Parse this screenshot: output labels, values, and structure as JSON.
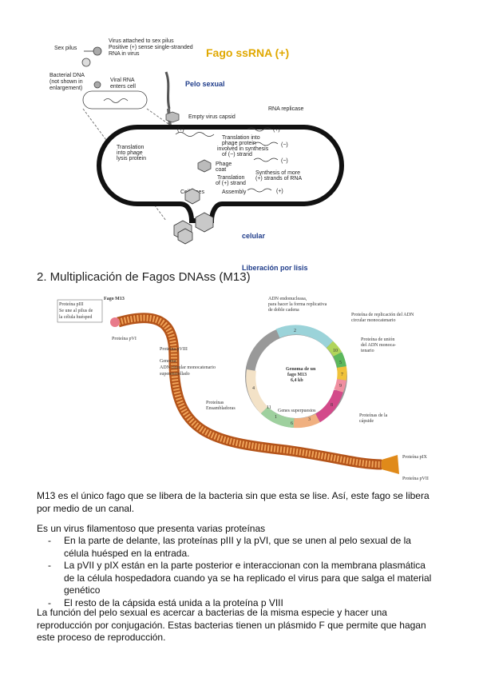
{
  "figure1": {
    "title": "Fago ssRNA (+)",
    "sex_pilus": "Sex pilus",
    "virus_attached": "Virus attached to sex pilus",
    "positive_sense": "Positive (+) sense single-stranded",
    "rna_in_virus": "RNA in virus",
    "bacterial_dna_1": "Bacterial DNA",
    "bacterial_dna_2": "(not shown in",
    "bacterial_dna_3": "enlargement)",
    "viral_rna_1": "Viral RNA",
    "viral_rna_2": "enters cell",
    "pelo_sexual": "Pelo sexual",
    "empty_capsid": "Empty virus capsid",
    "rna_replicase": "RNA replicase",
    "translation_phage_1": "Translation into",
    "translation_phage_2": "phage protein",
    "translation_phage_3": "involved in synthesis",
    "translation_phage_4": "of (−) strand",
    "translation_lysis_1": "Translation",
    "translation_lysis_2": "into phage",
    "translation_lysis_3": "lysis protein",
    "phage_coat_1": "Phage",
    "phage_coat_2": "coat",
    "synthesis_more_1": "Synthesis of more",
    "synthesis_more_2": "(+) strands of RNA",
    "translation_plus_1": "Translation",
    "translation_plus_2": "of (+) strand",
    "cell_lyses": "Cell lyses",
    "assembly": "Assembly",
    "plus": "(+)",
    "minus": "(−)",
    "liberacion_1": "Liberación por lisis",
    "liberacion_2": "celular"
  },
  "section_heading": "2. Multiplicación de Fagos DNAss (M13)",
  "figure2": {
    "fago_m13": "Fago M13",
    "pIII_1": "Proteína pIII",
    "pIII_2": "Se une al pilus de",
    "pIII_3": "la célula huésped",
    "pVI": "Proteína pVI",
    "pVIII": "Proteína pVIII",
    "genoma_1": "Genoma:",
    "genoma_2": "ADN circular monocatenario",
    "genoma_3": "superenrrollado",
    "adn_1": "ADN endonucleasa,",
    "adn_2": "para hacer la forma replicativa",
    "adn_3": "de doble cadena",
    "rep_1": "Proteína de replicación del ADN",
    "rep_2": "circular monocatenario",
    "union_1": "Proteína de unión",
    "union_2": "del ADN monoca-",
    "union_3": "tenario",
    "genome_center_1": "Genoma de un",
    "genome_center_2": "fago M13",
    "genome_center_3": "6,4 kb",
    "genes_sup": "Genes superpuestos",
    "ensambladoras_1": "Proteínas",
    "ensambladoras_2": "Ensambladoras",
    "capside_1": "Proteínas de la",
    "capside_2": "cápside",
    "pIX": "Proteína pIX",
    "pVII": "Proteína pVII",
    "gene_numbers": [
      "2",
      "10",
      "5",
      "7",
      "9",
      "8",
      "3",
      "6",
      "1",
      "11",
      "4"
    ]
  },
  "paragraph1": "M13 es el único fago que se libera de la bacteria sin que esta se lise. Así, este fago se libera por medio de un canal.",
  "paragraph2": "Es un virus filamentoso que presenta varias proteínas",
  "bullets": [
    "En la parte de delante, las proteínas pIII y la pVI, que se unen al pelo sexual de la célula huésped en la entrada.",
    "La pVII y pIX están en la parte posterior e  interaccionan con la membrana plasmática de la célula hospedadora  cuando ya se ha replicado el virus para que salga el material genético",
    "El resto de la cápsida está unida a la proteína p VIII"
  ],
  "paragraph3": "La función del pelo sexual es acercar a bacterias de la misma especie y hacer una reproducción por conjugación. Estas bacterias tienen un plásmido F que permite que hagan este proceso de reproducción."
}
